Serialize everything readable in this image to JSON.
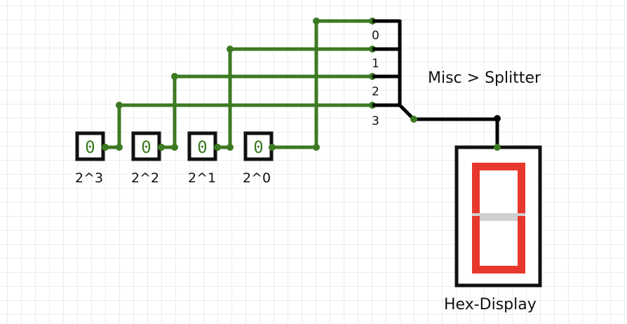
{
  "colors": {
    "wire_active": "#3c7a22",
    "wire_bus": "#000000",
    "segment_on": "#e8382c",
    "segment_off": "#d0d0d0",
    "input_text": "#3c7a22"
  },
  "inputs": [
    {
      "value": "0",
      "label": "2^3"
    },
    {
      "value": "0",
      "label": "2^2"
    },
    {
      "value": "0",
      "label": "2^1"
    },
    {
      "value": "0",
      "label": "2^0"
    }
  ],
  "splitter": {
    "title": "Misc > Splitter",
    "bit_labels": [
      "0",
      "1",
      "2",
      "3"
    ]
  },
  "display": {
    "title": "Hex-Display",
    "segments_on": {
      "a": true,
      "b": true,
      "c": true,
      "d": true,
      "e": true,
      "f": true,
      "g": false
    }
  }
}
